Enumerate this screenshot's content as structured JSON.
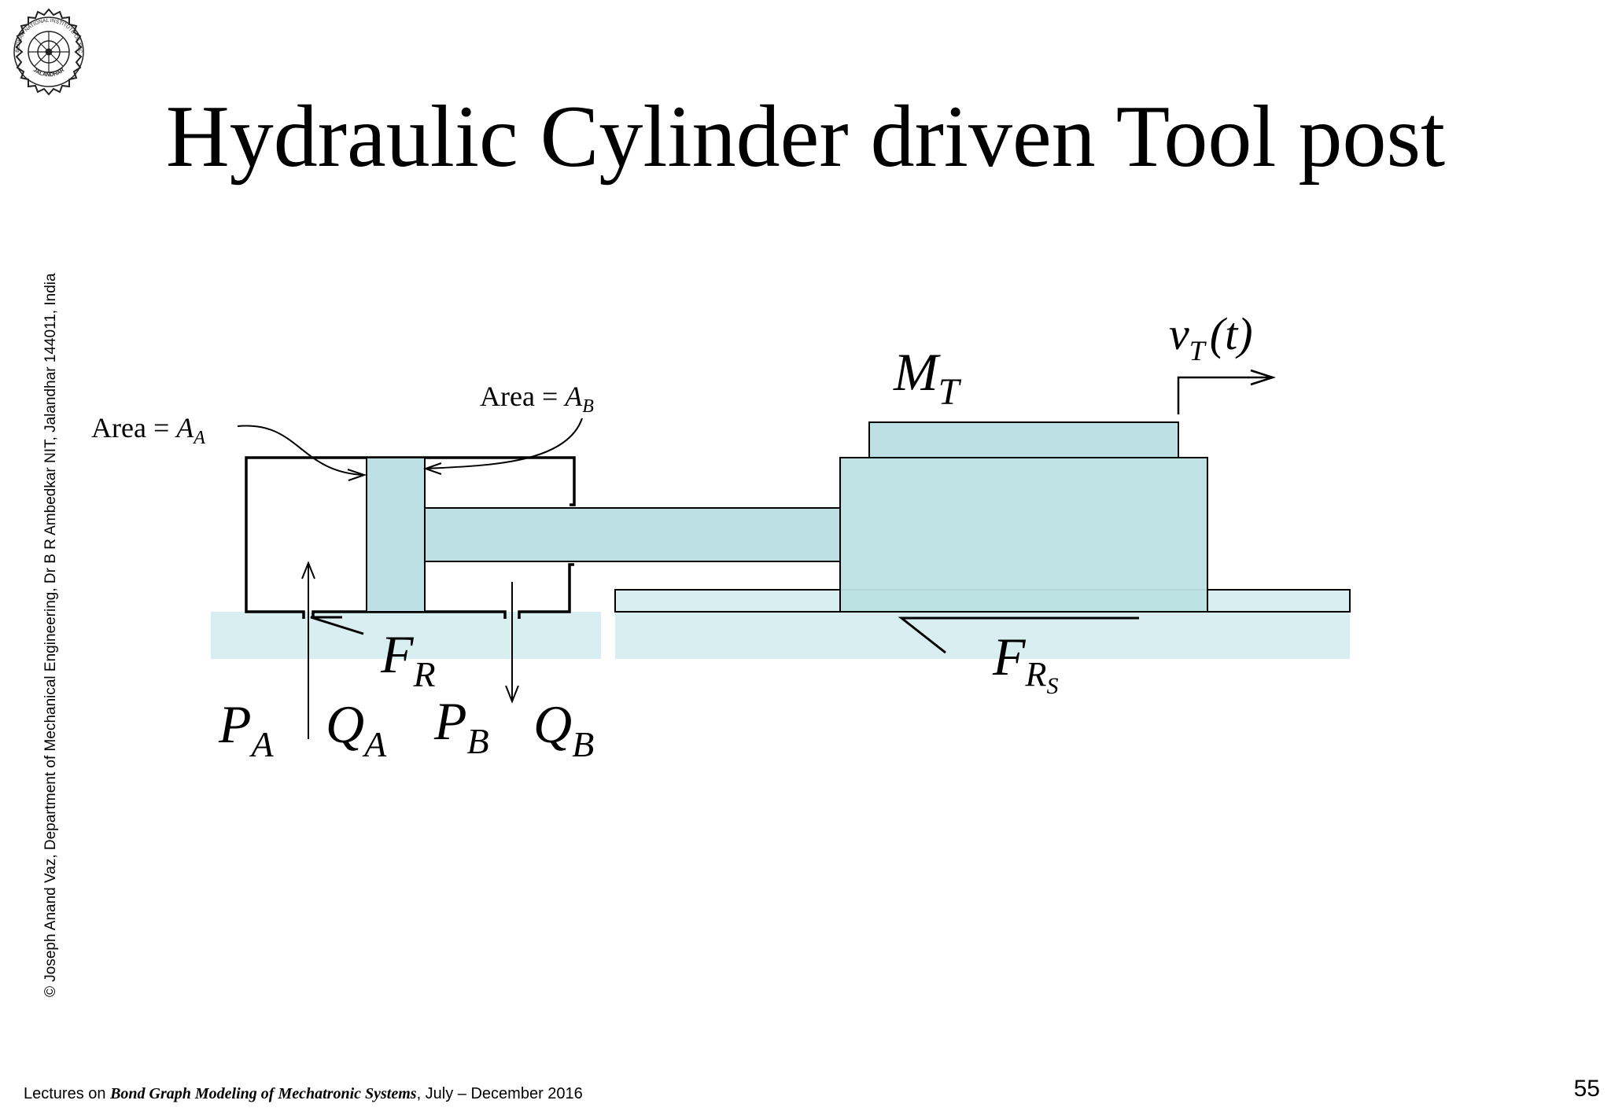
{
  "logo": {
    "icon": "institute-seal-icon",
    "text_top": "DR B R AMBEDKAR NATIONAL INSTITUTE OF TECHNOLOGY",
    "text_bottom": "JALANDHAR"
  },
  "side_text": "© Joseph Anand Vaz, Department of Mechanical Engineering, Dr B R Ambedkar NIT, Jalandhar 144011, India",
  "title": "Hydraulic Cylinder driven Tool post",
  "diagram": {
    "area_a": {
      "prefix": "Area = ",
      "sym": "A",
      "sub": "A"
    },
    "area_b": {
      "prefix": "Area = ",
      "sym": "A",
      "sub": "B"
    },
    "mass": {
      "sym": "M",
      "sub": "T"
    },
    "velocity": {
      "sym": "v",
      "sub": "T",
      "arg": "(t)"
    },
    "friction_cylinder": {
      "sym": "F",
      "sub": "R"
    },
    "friction_slide": {
      "sym": "F",
      "sub": "R",
      "subsub": "S"
    },
    "pressure_a": {
      "sym": "P",
      "sub": "A"
    },
    "flow_a": {
      "sym": "Q",
      "sub": "A"
    },
    "pressure_b": {
      "sym": "P",
      "sub": "B"
    },
    "flow_b": {
      "sym": "Q",
      "sub": "B"
    },
    "colors": {
      "component_fill": "#bce0e3",
      "ground_fill": "#d9eef0",
      "outline": "#000000"
    }
  },
  "footer": {
    "prefix": "Lectures on ",
    "course": "Bond Graph Modeling of Mechatronic Systems",
    "suffix": ", July – December 2016"
  },
  "page_number": "55"
}
